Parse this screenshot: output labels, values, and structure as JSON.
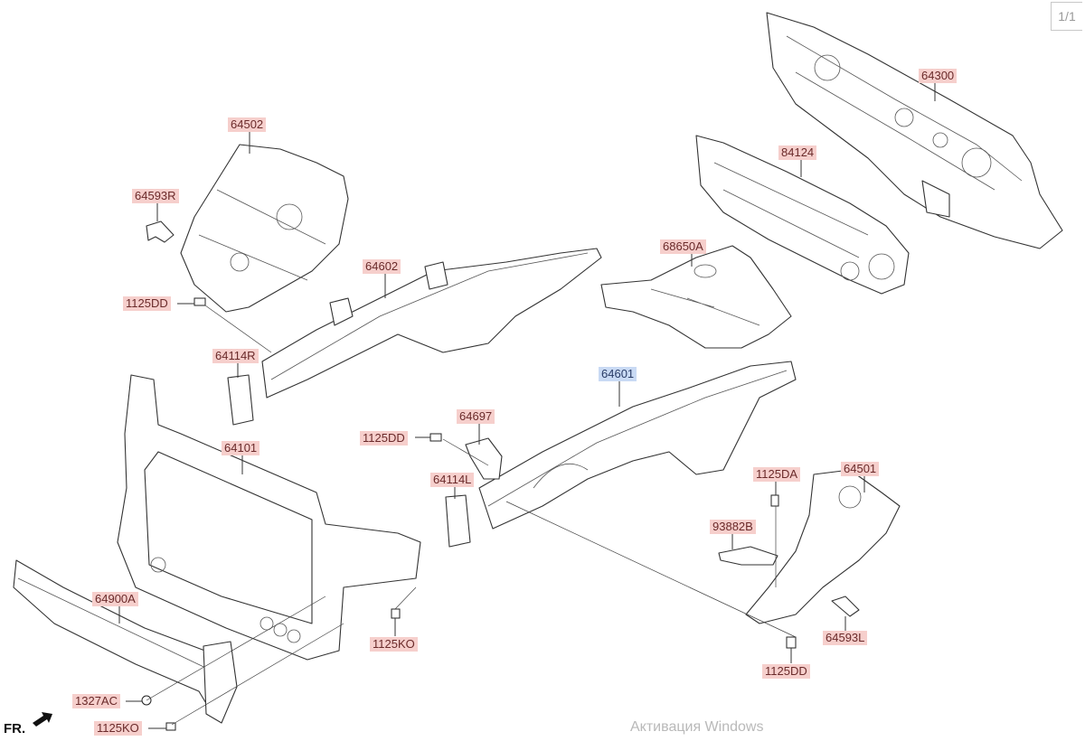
{
  "viewer": {
    "page_indicator": "1/1",
    "orientation_marker": "FR.",
    "watermark": "Активация Windows"
  },
  "callouts": [
    {
      "id": "64300",
      "selected": false
    },
    {
      "id": "84124",
      "selected": false
    },
    {
      "id": "64502",
      "selected": false
    },
    {
      "id": "64593R",
      "selected": false
    },
    {
      "id": "1125DD",
      "selected": false
    },
    {
      "id": "64602",
      "selected": false
    },
    {
      "id": "68650A",
      "selected": false
    },
    {
      "id": "64114R",
      "selected": false
    },
    {
      "id": "64601",
      "selected": true
    },
    {
      "id": "64101",
      "selected": false
    },
    {
      "id": "1125DD",
      "selected": false
    },
    {
      "id": "64697",
      "selected": false
    },
    {
      "id": "64114L",
      "selected": false
    },
    {
      "id": "1125DA",
      "selected": false
    },
    {
      "id": "64501",
      "selected": false
    },
    {
      "id": "93882B",
      "selected": false
    },
    {
      "id": "64900A",
      "selected": false
    },
    {
      "id": "1125KO",
      "selected": false
    },
    {
      "id": "64593L",
      "selected": false
    },
    {
      "id": "1125DD",
      "selected": false
    },
    {
      "id": "1327AC",
      "selected": false
    },
    {
      "id": "1125KO",
      "selected": false
    }
  ],
  "colors": {
    "callout_bg": "#f6cfcc",
    "callout_selected_bg": "#c9daf4"
  }
}
